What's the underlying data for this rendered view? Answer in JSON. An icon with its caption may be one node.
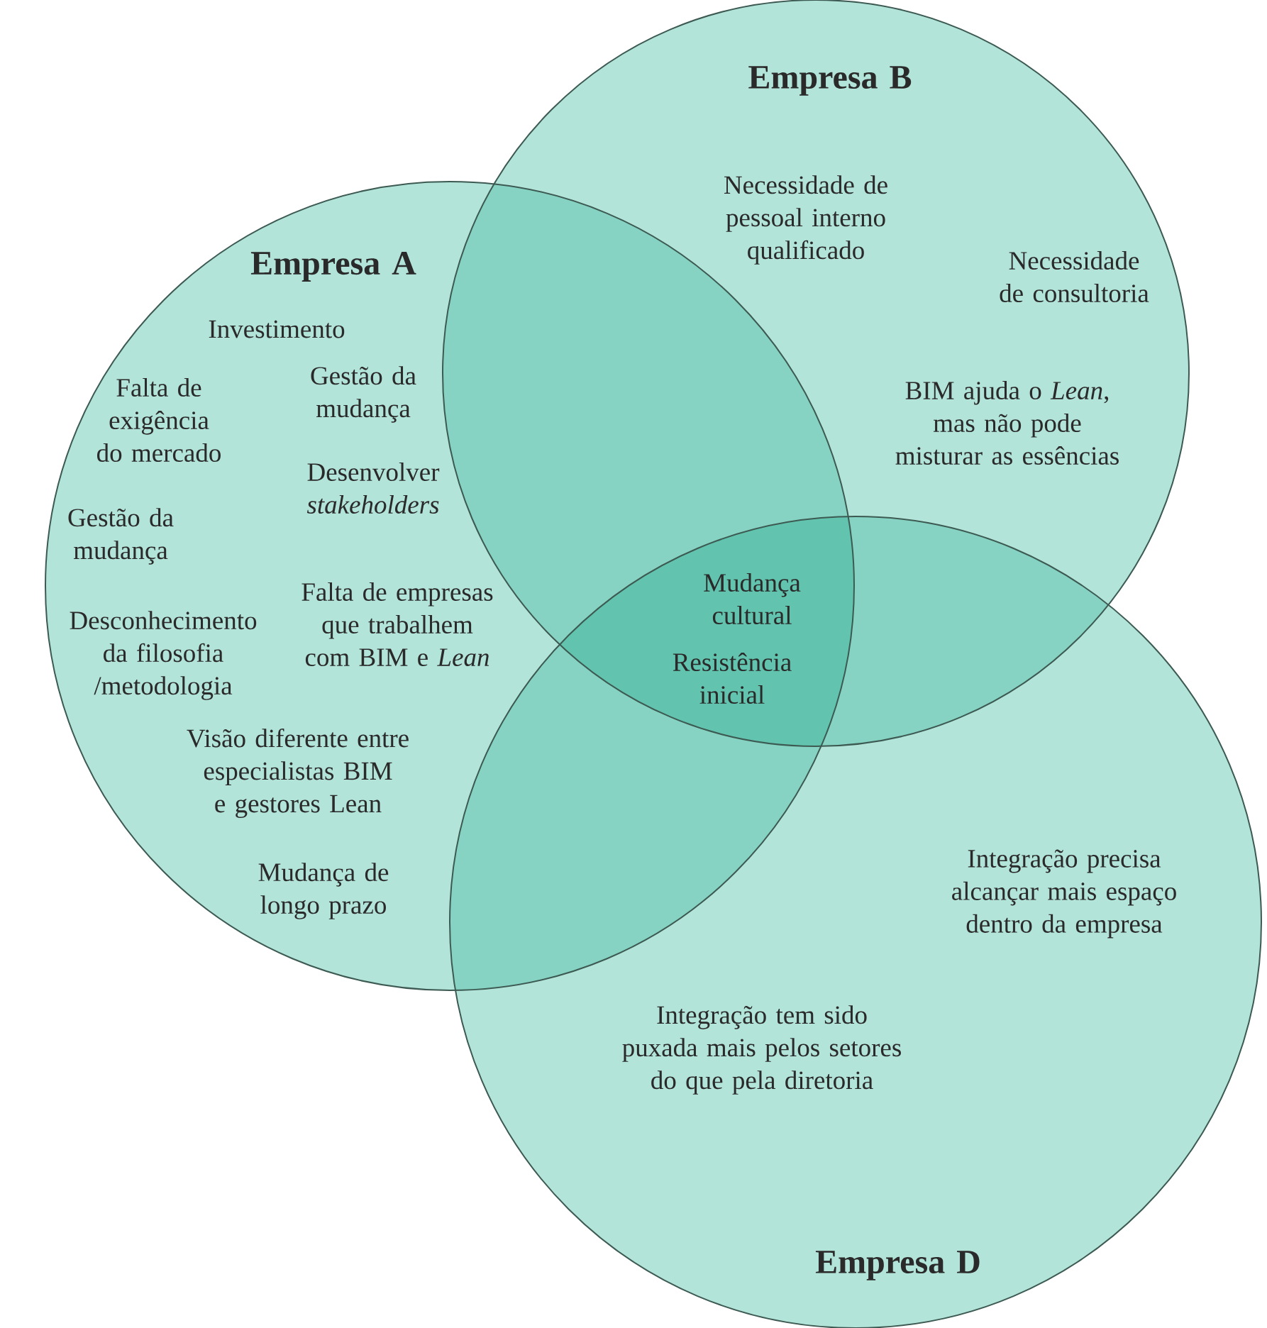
{
  "diagram": {
    "nodes": [
      {
        "text": [
          "Empresa A",
          "Investimento",
          "Falta de exigência do mercado",
          "Gestão da mudança",
          "Desenvolver *stakeholders*",
          "Gestão da mudança",
          "Falta de empresas que trabalhem com BIM e *Lean*",
          "Desconhecimento da filosofia /metodologia",
          "Visão diferente entre especialistas BIM e gestores Lean",
          "Mudança de longo prazo"
        ]
      },
      {
        "text": [
          "Empresa B",
          "Necessidade de pessoal interno qualificado",
          "Necessidade de consultoria",
          "BIM ajuda o *Lean*, mas não pode misturar as essências"
        ]
      },
      {
        "text": [
          "Integração precisa alcançar mais espaço dentro da empresa",
          "Integração tem sido puxada mais pelos setores do que pela diretoria",
          "Empresa D"
        ]
      }
    ],
    "labels": [
      "Mudança cultural",
      "Resistência inicial"
    ]
  }
}
